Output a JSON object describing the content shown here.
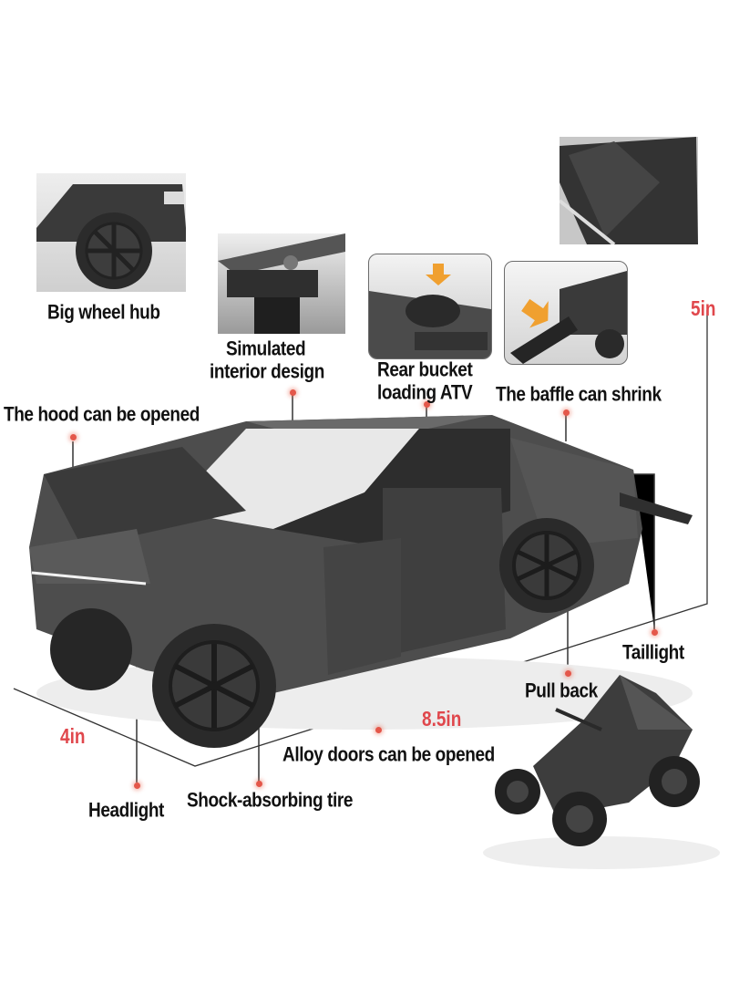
{
  "callouts": {
    "big_wheel_hub": "Big wheel hub",
    "simulated_interior_line1": "Simulated",
    "simulated_interior_line2": "interior design",
    "rear_bucket_line1": "Rear bucket",
    "rear_bucket_line2": "loading ATV",
    "baffle": "The baffle can shrink",
    "hood": "The hood can be opened",
    "taillight": "Taillight",
    "pull_back": "Pull back",
    "alloy_doors": "Alloy doors can be opened",
    "headlight": "Headlight",
    "shock_tire": "Shock-absorbing tire"
  },
  "dimensions": {
    "height": "5in",
    "length": "8.5in",
    "width": "4in"
  },
  "insets": [
    {
      "name": "wheel-hub-photo"
    },
    {
      "name": "interior-photo"
    },
    {
      "name": "rear-bucket-atv-photo"
    },
    {
      "name": "baffle-ramp-photo"
    },
    {
      "name": "top-view-photo"
    }
  ],
  "colors": {
    "dimension_text": "#e0474c",
    "callout_dot": "#e4574a",
    "body": "#4a4a4a"
  }
}
